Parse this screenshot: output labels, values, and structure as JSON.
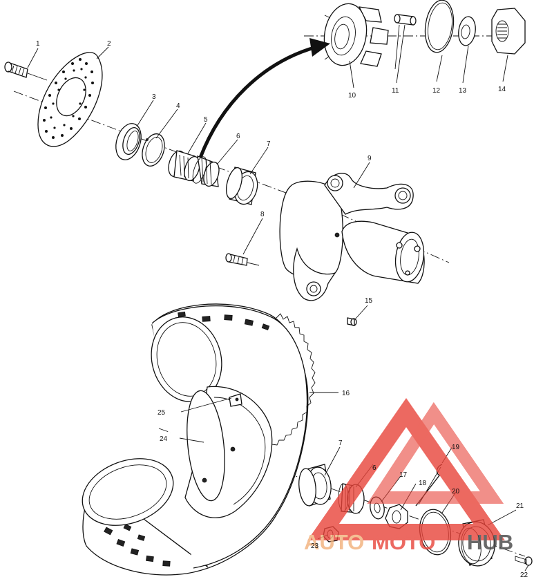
{
  "parts": [
    {
      "id": "1",
      "label": "1"
    },
    {
      "id": "2",
      "label": "2"
    },
    {
      "id": "3",
      "label": "3"
    },
    {
      "id": "4",
      "label": "4"
    },
    {
      "id": "5",
      "label": "5"
    },
    {
      "id": "6",
      "label": "6"
    },
    {
      "id": "7",
      "label": "7"
    },
    {
      "id": "8",
      "label": "8"
    },
    {
      "id": "9",
      "label": "9"
    },
    {
      "id": "10",
      "label": "10"
    },
    {
      "id": "11",
      "label": "11"
    },
    {
      "id": "12",
      "label": "12"
    },
    {
      "id": "13",
      "label": "13"
    },
    {
      "id": "14",
      "label": "14"
    },
    {
      "id": "15",
      "label": "15"
    },
    {
      "id": "16",
      "label": "16"
    },
    {
      "id": "7b",
      "label": "7"
    },
    {
      "id": "6b",
      "label": "6"
    },
    {
      "id": "17",
      "label": "17"
    },
    {
      "id": "18",
      "label": "18"
    },
    {
      "id": "19",
      "label": "19"
    },
    {
      "id": "20",
      "label": "20"
    },
    {
      "id": "21",
      "label": "21"
    },
    {
      "id": "22",
      "label": "22"
    },
    {
      "id": "23",
      "label": "23"
    },
    {
      "id": "24",
      "label": "24"
    },
    {
      "id": "25",
      "label": "25"
    }
  ],
  "watermark": {
    "text_a": "AUTO",
    "text_b": "MOTO",
    "text_c": "HUB",
    "color_main": "#e8443a",
    "color_accent": "#f2b07a",
    "color_dark": "#444444"
  }
}
